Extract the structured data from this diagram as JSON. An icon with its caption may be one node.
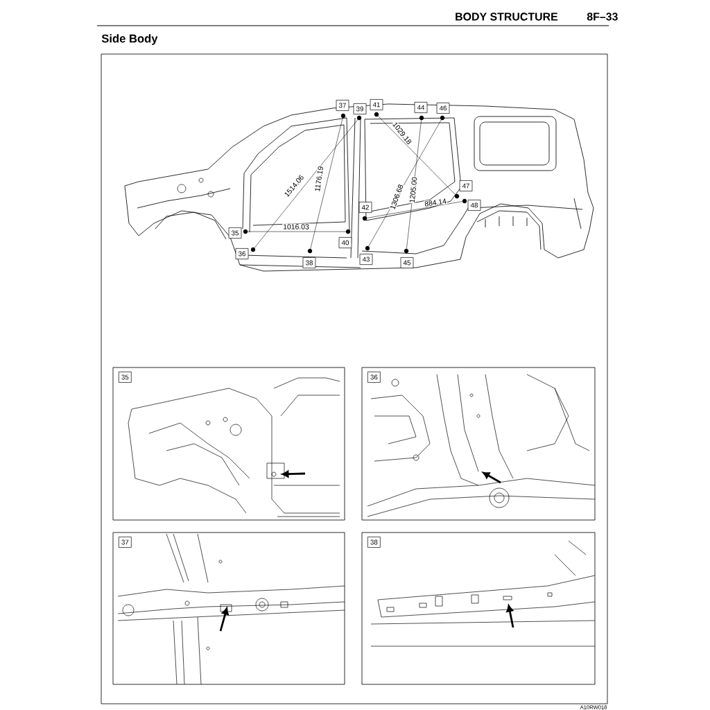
{
  "diagram": {
    "title": "Side Body",
    "nodes": [
      {
        "text": [
          "35"
        ]
      },
      {
        "text": [
          "36"
        ]
      },
      {
        "text": [
          "37"
        ]
      },
      {
        "text": [
          "38"
        ]
      }
    ],
    "labels": [
      "BODY STRUCTURE",
      "8F–33",
      "37",
      "39",
      "41",
      "44",
      "46",
      "1029.18",
      "1514.06",
      "1176.19",
      "1306.68",
      "1205.00",
      "47",
      "884.14",
      "42",
      "48",
      "1016.03",
      "35",
      "40",
      "36",
      "43",
      "38",
      "45",
      "A10RW018"
    ]
  }
}
